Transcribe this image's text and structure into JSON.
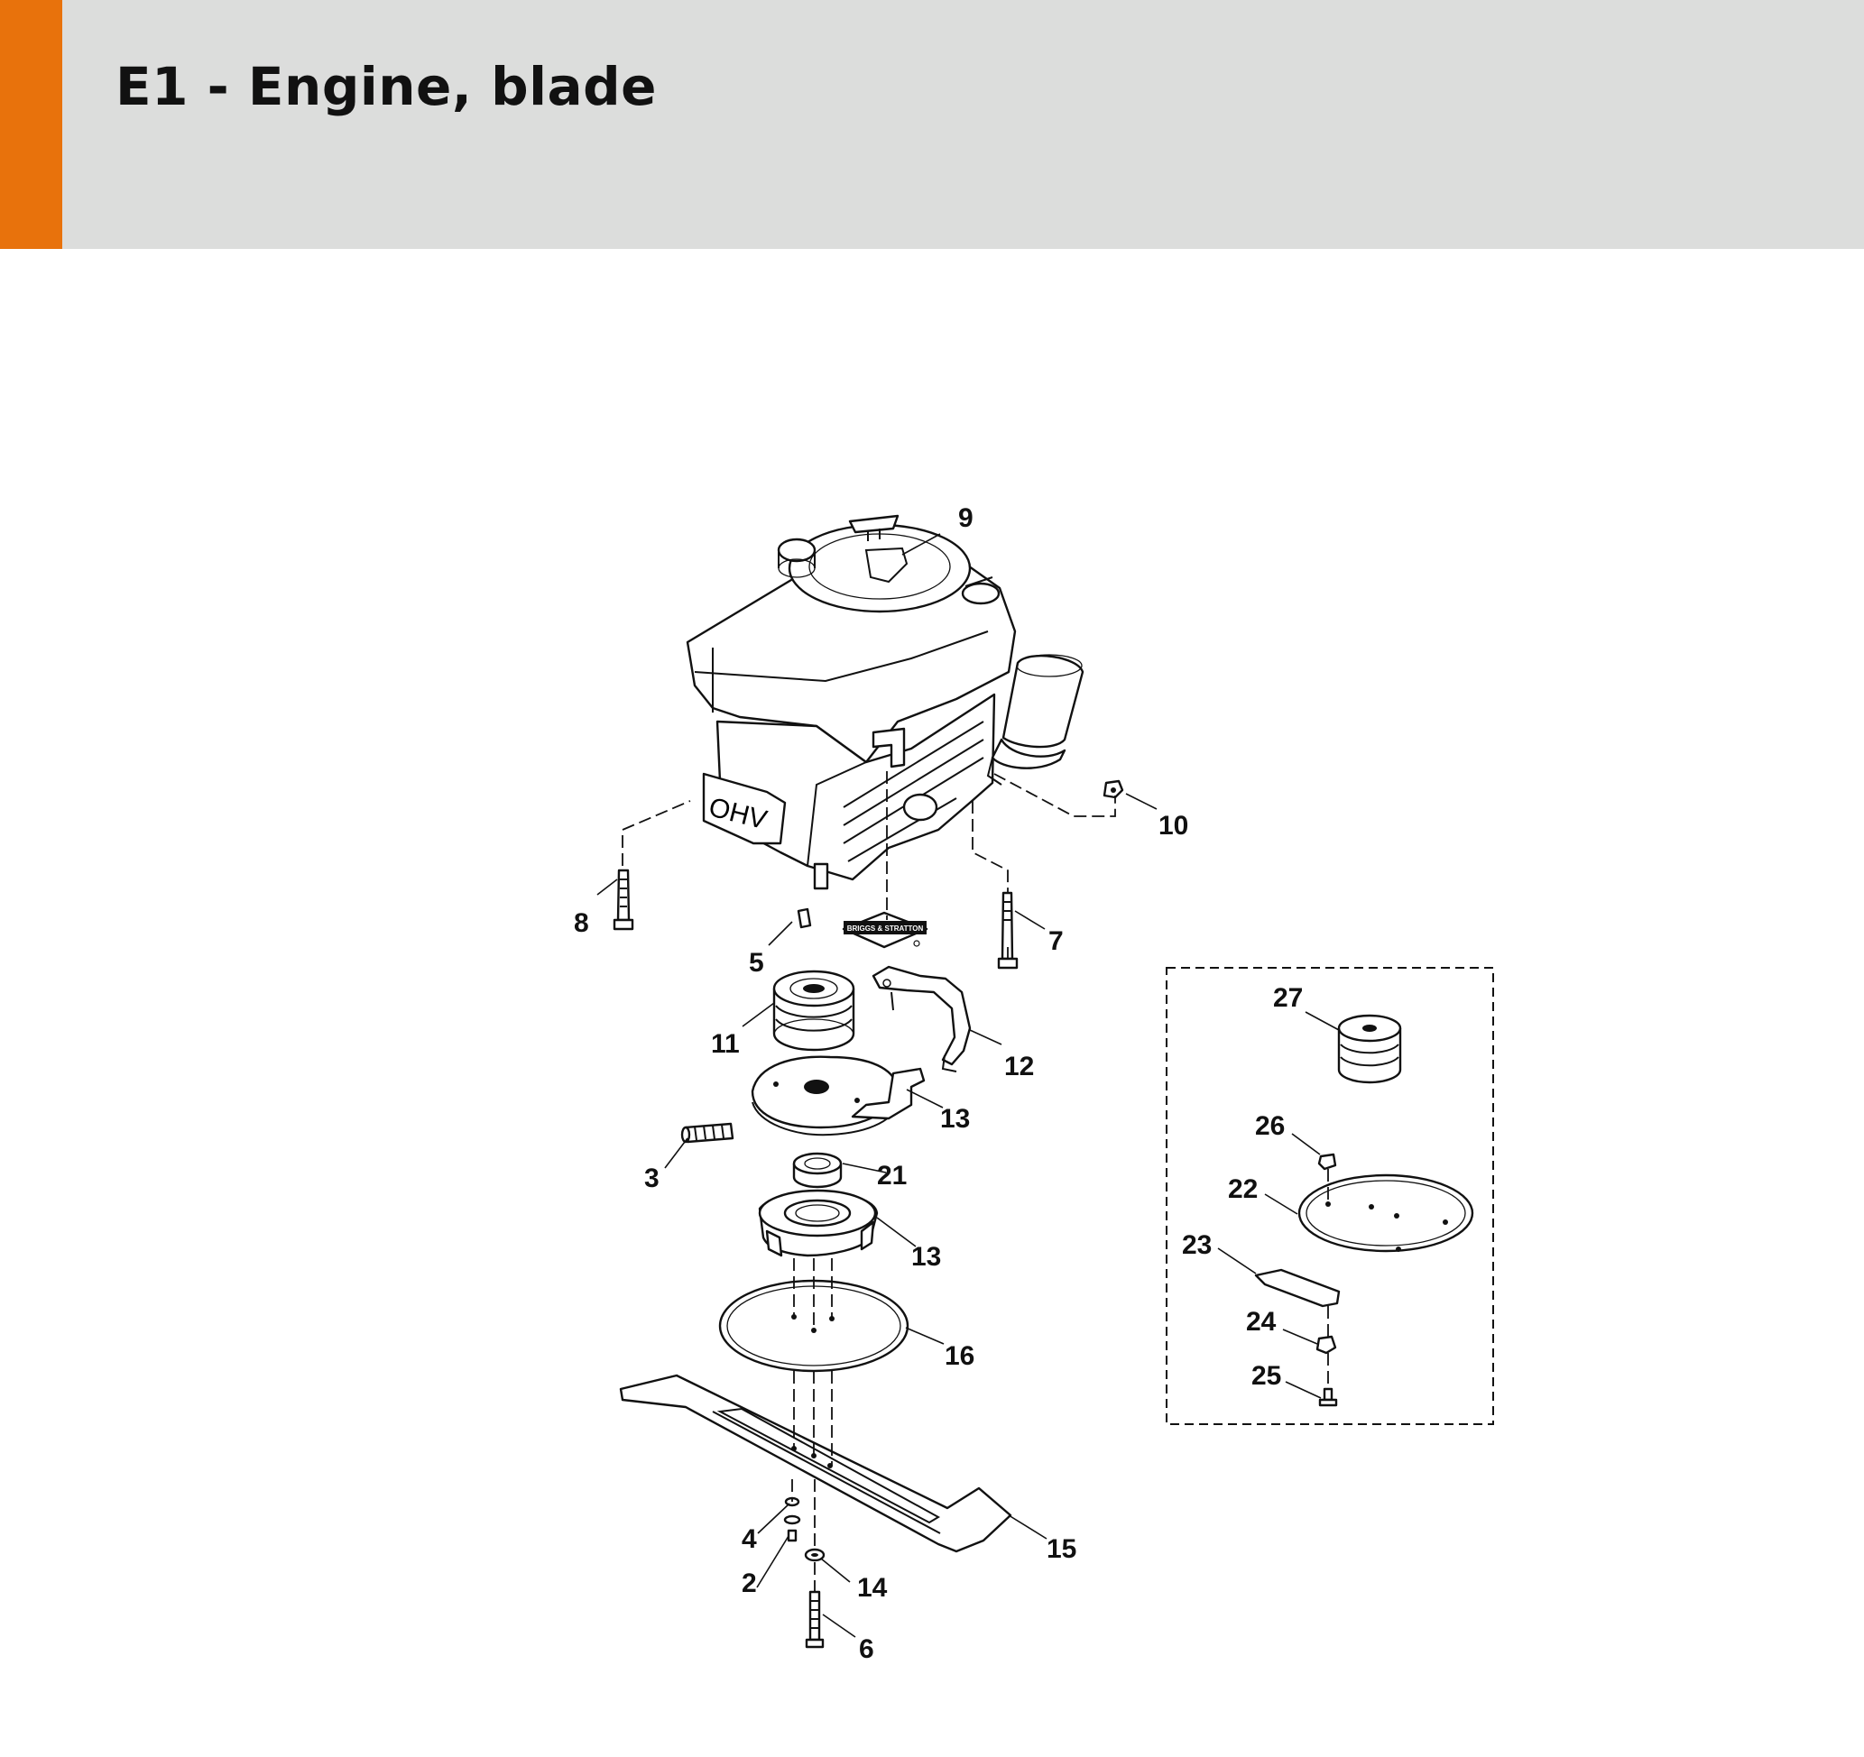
{
  "header": {
    "title": "E1 - Engine, blade",
    "accent_color": "#e8720c",
    "background_color": "#dcdddc"
  },
  "diagram": {
    "logo_text": "BRIGGS & STRATTON",
    "engine_badge": "OHV",
    "callouts": {
      "c2": "2",
      "c3": "3",
      "c4": "4",
      "c5": "5",
      "c6": "6",
      "c7": "7",
      "c8": "8",
      "c9": "9",
      "c10": "10",
      "c11": "11",
      "c12": "12",
      "c13a": "13",
      "c13b": "13",
      "c14": "14",
      "c15": "15",
      "c16": "16",
      "c21": "21",
      "c22": "22",
      "c23": "23",
      "c24": "24",
      "c25": "25",
      "c26": "26",
      "c27": "27"
    }
  }
}
